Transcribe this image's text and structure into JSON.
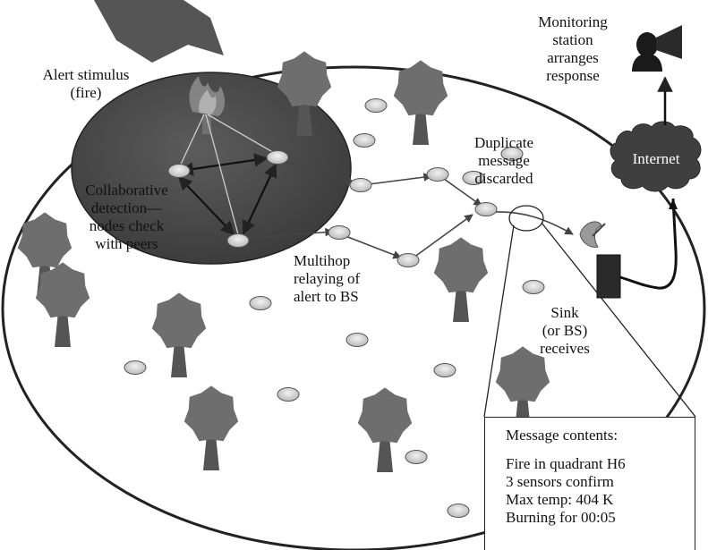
{
  "labels": {
    "alert_stimulus": [
      "Alert stimulus",
      "(fire)"
    ],
    "collaborative": [
      "Collaborative",
      "detection—",
      "nodes check",
      "with peers"
    ],
    "multihop": [
      "Multihop",
      "relaying of",
      "alert to BS"
    ],
    "duplicate": [
      "Duplicate",
      "message",
      "discarded"
    ],
    "monitoring": [
      "Monitoring",
      "station",
      "arranges",
      "response"
    ],
    "internet": "Internet",
    "sink": [
      "Sink",
      "(or BS)",
      "receives"
    ]
  },
  "message_box": {
    "title": "Message contents:",
    "lines": [
      "Fire in quadrant H6",
      "3 sensors confirm",
      "Max temp: 404 K",
      "Burning for 00:05"
    ]
  },
  "colors": {
    "field_outline": "#222222",
    "detection_zone": "#4a4a4a",
    "tree": "#6e6e6e",
    "tree_trunk": "#555555",
    "sensor_node": "#d0d0d0",
    "internet_cloud": "#444444"
  }
}
